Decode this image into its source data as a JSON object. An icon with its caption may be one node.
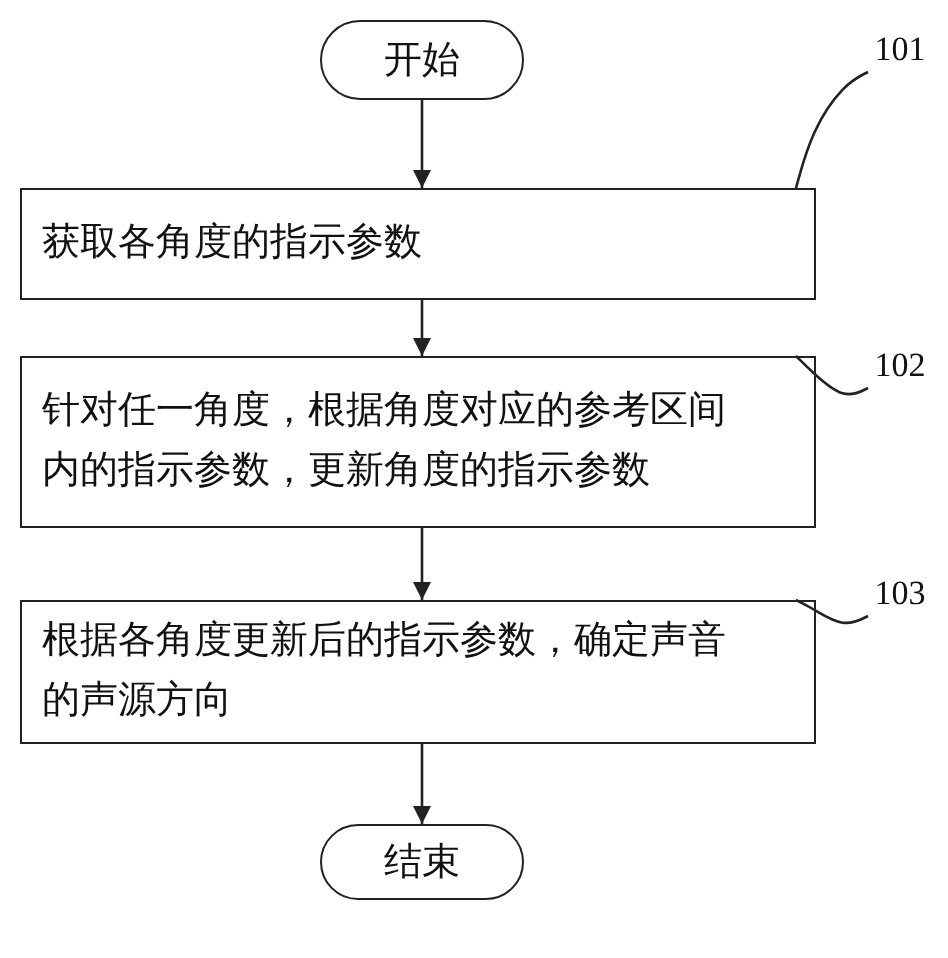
{
  "diagram": {
    "nodes": [
      {
        "text": [
          "开始"
        ]
      },
      {
        "text": [
          "101"
        ]
      },
      {
        "text": [
          "获取各角度的指示参数"
        ]
      },
      {
        "text": [
          "102"
        ]
      },
      {
        "text": [
          "针对任一角度，根据角度对应的参考区间内的指示参数，更新角度的指示参数"
        ]
      },
      {
        "text": [
          "103"
        ]
      },
      {
        "text": [
          "根据各角度更新后的指示参数，确定声音的声源方向"
        ]
      },
      {
        "text": [
          "结束"
        ]
      }
    ],
    "edges": [
      {
        "from": 0,
        "to": 2,
        "arrow": "to"
      },
      {
        "from": 2,
        "to": 4,
        "arrow": "to"
      },
      {
        "from": 4,
        "to": 6,
        "arrow": "to"
      },
      {
        "from": 6,
        "to": 7,
        "arrow": "to"
      },
      {
        "from": 1,
        "to": 2,
        "arrow": "none"
      },
      {
        "from": 3,
        "to": 4,
        "arrow": "none"
      },
      {
        "from": 5,
        "to": 6,
        "arrow": "none"
      }
    ]
  }
}
